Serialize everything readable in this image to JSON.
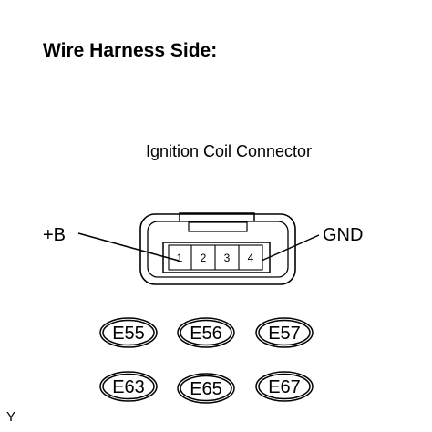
{
  "heading": "Wire Harness Side:",
  "connector_caption": "Ignition Coil Connector",
  "callouts": {
    "left": "+B",
    "right": "GND"
  },
  "pins": [
    "1",
    "2",
    "3",
    "4"
  ],
  "connector_codes": {
    "row1": [
      "E55",
      "E56",
      "E57"
    ],
    "row2": [
      "E63",
      "E65",
      "E67"
    ]
  },
  "corner_mark": "Y"
}
